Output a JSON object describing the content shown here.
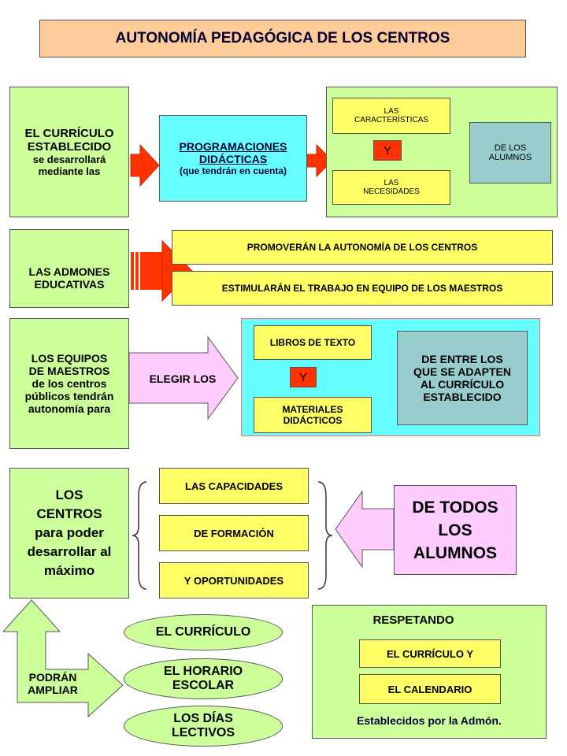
{
  "title": "AUTONOMÍA PEDAGÓGICA  DE LOS CENTROS",
  "row1": {
    "left": [
      "EL CURRÍCULO",
      "ESTABLECIDO",
      "se desarrollará",
      "mediante las"
    ],
    "prog": [
      "PROGRAMACIONES",
      "DIDÁCTICAS",
      "(que tendrán en cuenta)"
    ],
    "caracteristicas": [
      "LAS",
      "CARACTERÍSTICAS"
    ],
    "y": "Y",
    "necesidades": [
      "LAS",
      "NECESIDADES"
    ],
    "alumnos": [
      "DE LOS",
      "ALUMNOS"
    ]
  },
  "row2": {
    "left": [
      "LAS ADMONES",
      "EDUCATIVAS"
    ],
    "promoveran": "PROMOVERÁN LA AUTONOMÍA DE LOS CENTROS",
    "estimularan": "ESTIMULARÁN EL TRABAJO EN EQUIPO DE LOS MAESTROS"
  },
  "row3": {
    "left": [
      "LOS EQUIPOS",
      "DE MAESTROS",
      "de los centros",
      "públicos tendrán",
      "autonomía para"
    ],
    "arrow": "ELEGIR LOS",
    "libros": "LIBROS DE TEXTO",
    "y": "Y",
    "materiales": [
      "MATERIALES",
      "DIDÁCTICOS"
    ],
    "adapten": [
      "DE ENTRE LOS",
      "QUE SE ADAPTEN",
      "AL CURRÍCULO",
      "ESTABLECIDO"
    ]
  },
  "row4": {
    "left": [
      "LOS",
      "CENTROS",
      "para poder",
      "desarrollar al",
      "máximo"
    ],
    "capacidades": "LAS CAPACIDADES",
    "formacion": "DE FORMACIÓN",
    "oportunidades": "Y OPORTUNIDADES",
    "todos": [
      "DE  TODOS",
      "LOS",
      "ALUMNOS"
    ]
  },
  "row5": {
    "arrow": [
      "PODRÁN",
      "AMPLIAR"
    ],
    "ovals": [
      [
        "EL CURRÍCULO"
      ],
      [
        "EL HORARIO",
        "ESCOLAR"
      ],
      [
        "LOS DÍAS",
        "LECTIVOS"
      ]
    ],
    "respetando": "RESPETANDO",
    "curriculo_y": "EL CURRÍCULO Y",
    "calendario": "EL CALENDARIO",
    "establecidos": "Establecidos por la Admón."
  }
}
